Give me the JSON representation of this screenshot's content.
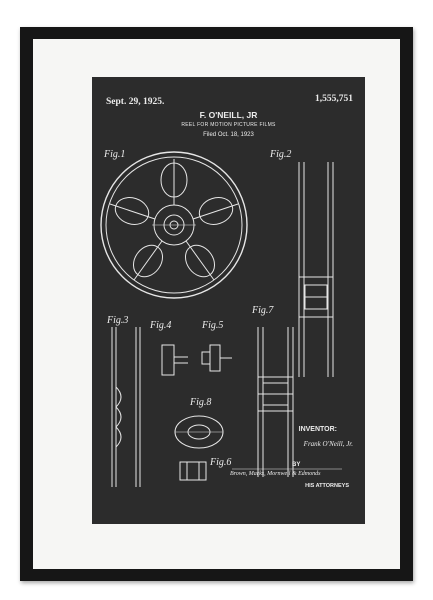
{
  "patent": {
    "date": "Sept. 29, 1925.",
    "number": "1,555,751",
    "inventor_header": "F. O'NEILL, JR",
    "title": "REEL FOR MOTION PICTURE FILMS",
    "filed": "Filed Oct. 18, 1923"
  },
  "figures": {
    "fig1": "Fig.1",
    "fig2": "Fig.2",
    "fig3": "Fig.3",
    "fig4": "Fig.4",
    "fig5": "Fig.5",
    "fig6": "Fig.6",
    "fig7": "Fig.7",
    "fig8": "Fig.8"
  },
  "signatures": {
    "inventor_label": "INVENTOR:",
    "inventor_signature": "Frank O'Neill, Jr.",
    "by": "BY",
    "attorney_signature": "Brown, Marks, Mornwell & Edmonds",
    "attorneys_label": "HIS ATTORNEYS"
  },
  "colors": {
    "frame": "#161616",
    "mat": "#f6f6f4",
    "chalkboard": "#2c2c2c",
    "ink": "#ececec"
  }
}
